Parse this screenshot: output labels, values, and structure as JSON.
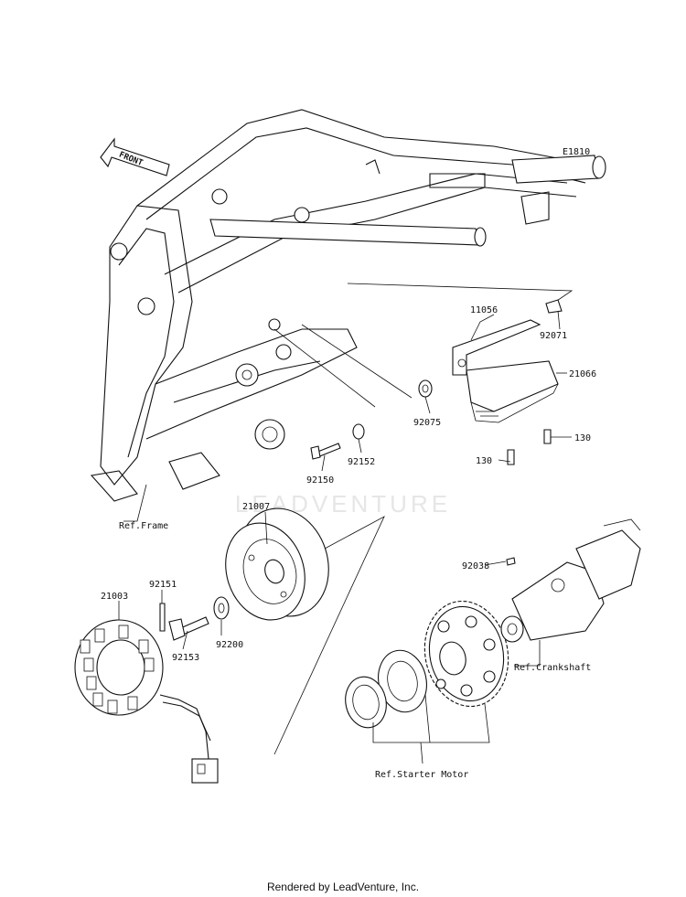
{
  "diagram_code": "E1810",
  "front_tag": "FRONT",
  "watermark": "LEADVENTURE",
  "footer": "Rendered by LeadVenture, Inc.",
  "parts": {
    "p11056": "11056",
    "p92071": "92071",
    "p21066": "21066",
    "p92075": "92075",
    "p130a": "130",
    "p130b": "130",
    "p92150": "92150",
    "p92152": "92152",
    "p21007": "21007",
    "p92038": "92038",
    "p92151": "92151",
    "p21003": "21003",
    "p92153": "92153",
    "p92200": "92200"
  },
  "refs": {
    "frame": "Ref.Frame",
    "crankshaft": "Ref.Crankshaft",
    "starter_motor": "Ref.Starter Motor"
  }
}
